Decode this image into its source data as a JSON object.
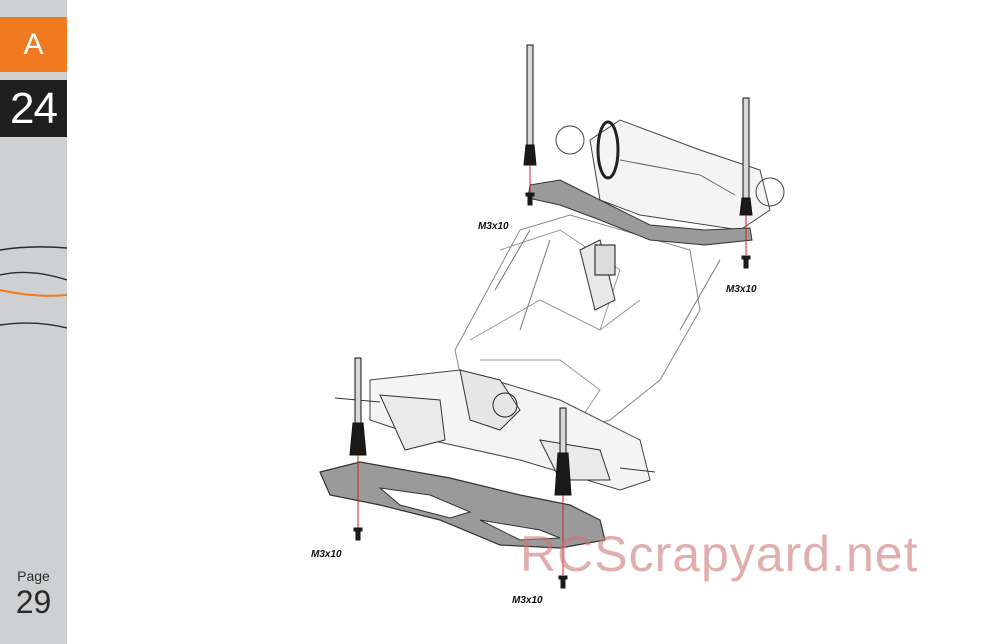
{
  "sidebar": {
    "section_letter": "A",
    "step_number": "24",
    "page_label": "Page",
    "page_number": "29"
  },
  "labels": {
    "rear_left_screw": "M3x10",
    "rear_right_screw": "M3x10",
    "front_left_screw": "M3x10",
    "front_right_screw": "M3x10"
  },
  "watermark": "RCScrapyard.net",
  "colors": {
    "accent": "#f07a1f",
    "step_box": "#1f1f1f",
    "sidebar": "#cfd0d2",
    "guide_line": "#d32020"
  }
}
